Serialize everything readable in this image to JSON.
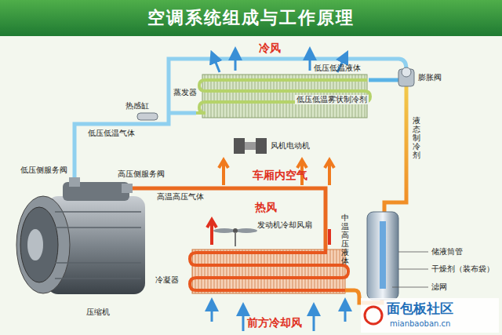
{
  "diagram": {
    "title": "空调系统组成与工作原理",
    "labels": [
      "冷风",
      "低压低温液体",
      "膨胀阀",
      "热感缸",
      "蒸发器",
      "低压低温雾状制冷剂",
      "低压低温气体",
      "液态制冷剂",
      "风机电动机",
      "低压侧服务阀",
      "高压侧服务阀",
      "车厢内空气",
      "高温高压气体",
      "热风",
      "发动机冷却风扇",
      "中温高压液体",
      "储液筒管",
      "干燥剂（装布袋）",
      "压缩机",
      "滤网",
      "冷凝器",
      "前方冷却风",
      "面包板社区",
      "mianbaoban.cn"
    ]
  }
}
